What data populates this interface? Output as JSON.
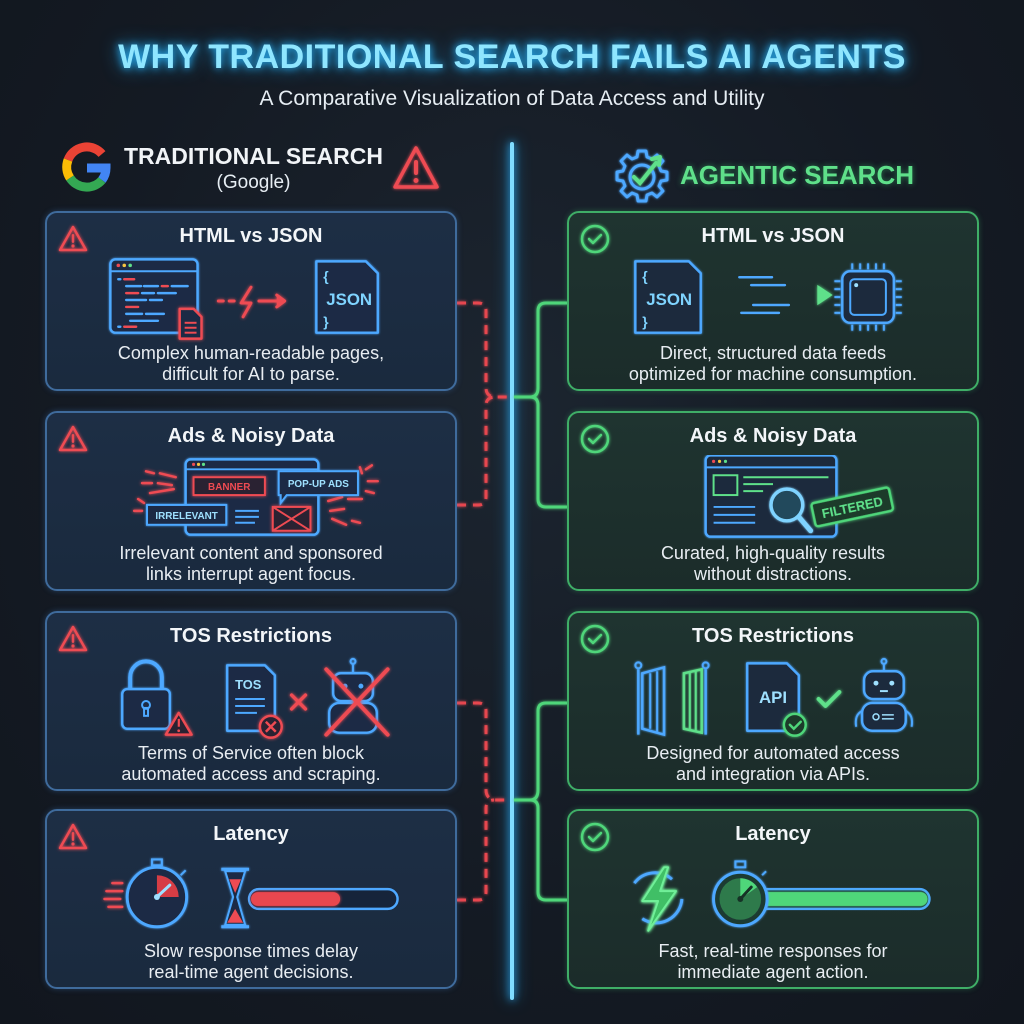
{
  "header": {
    "title": "WHY TRADITIONAL SEARCH FAILS AI AGENTS",
    "subtitle": "A Comparative Visualization of Data Access and Utility"
  },
  "colors": {
    "title_glow": "#8fe6ff",
    "divider": "#7fdcff",
    "bad_accent": "#e8474f",
    "good_accent": "#4fd67a",
    "bad_border": "#3f6b9c",
    "good_border": "#3fae67",
    "icon_blue": "#4ea8ff"
  },
  "traditional": {
    "title": "TRADITIONAL SEARCH",
    "subtitle": "(Google)",
    "logo_icon": "google-g-icon",
    "status_icon": "warning-triangle-icon",
    "cards": [
      {
        "title": "HTML vs JSON",
        "badge_icon": "warning-triangle-icon",
        "illustration": [
          "html-page-icon",
          "document-icon",
          "lightning-bolt-icon",
          "arrow-right-icon",
          "json-file-icon"
        ],
        "json_label": "JSON",
        "desc_line1": "Complex human-readable pages,",
        "desc_line2": "difficult for AI to parse."
      },
      {
        "title": "Ads & Noisy Data",
        "badge_icon": "warning-triangle-icon",
        "illustration": [
          "browser-window-icon",
          "banner-ad",
          "popup-ad",
          "irrelevant-tag",
          "envelope-icon"
        ],
        "labels": {
          "banner": "BANNER",
          "popup": "POP-UP ADS",
          "irrelevant": "IRRELEVANT"
        },
        "desc_line1": "Irrelevant content and sponsored",
        "desc_line2": "links interrupt agent focus."
      },
      {
        "title": "TOS Restrictions",
        "badge_icon": "warning-triangle-icon",
        "illustration": [
          "padlock-icon",
          "tos-document-icon",
          "x-mark-icon",
          "robot-blocked-icon"
        ],
        "tos_label": "TOS",
        "desc_line1": "Terms of Service often block",
        "desc_line2": "automated access and scraping."
      },
      {
        "title": "Latency",
        "badge_icon": "warning-triangle-icon",
        "illustration": [
          "stopwatch-icon",
          "hourglass-icon",
          "progress-bar"
        ],
        "progress_percent": 50,
        "desc_line1": "Slow response times delay",
        "desc_line2": "real-time agent decisions."
      }
    ]
  },
  "agentic": {
    "title": "AGENTIC SEARCH",
    "logo_icon": "gear-check-arrow-icon",
    "cards": [
      {
        "title": "HTML vs JSON",
        "badge_icon": "check-circle-icon",
        "illustration": [
          "json-file-icon",
          "data-stream-arrow-icon",
          "cpu-chip-icon"
        ],
        "json_label": "JSON",
        "desc_line1": "Direct, structured data feeds",
        "desc_line2": "optimized for machine consumption."
      },
      {
        "title": "Ads & Noisy Data",
        "badge_icon": "check-circle-icon",
        "illustration": [
          "browser-window-icon",
          "magnifier-icon",
          "filtered-stamp"
        ],
        "stamp_label": "FILTERED",
        "desc_line1": "Curated, high-quality results",
        "desc_line2": "without distractions."
      },
      {
        "title": "TOS Restrictions",
        "badge_icon": "check-circle-icon",
        "illustration": [
          "open-gate-icon",
          "api-document-icon",
          "checkmark-icon",
          "robot-icon"
        ],
        "api_label": "API",
        "desc_line1": "Designed for automated access",
        "desc_line2": "and integration via APIs."
      },
      {
        "title": "Latency",
        "badge_icon": "check-circle-icon",
        "illustration": [
          "lightning-cycle-icon",
          "stopwatch-icon",
          "progress-bar"
        ],
        "progress_percent": 100,
        "desc_line1": "Fast, real-time responses for",
        "desc_line2": "immediate agent action."
      }
    ]
  }
}
